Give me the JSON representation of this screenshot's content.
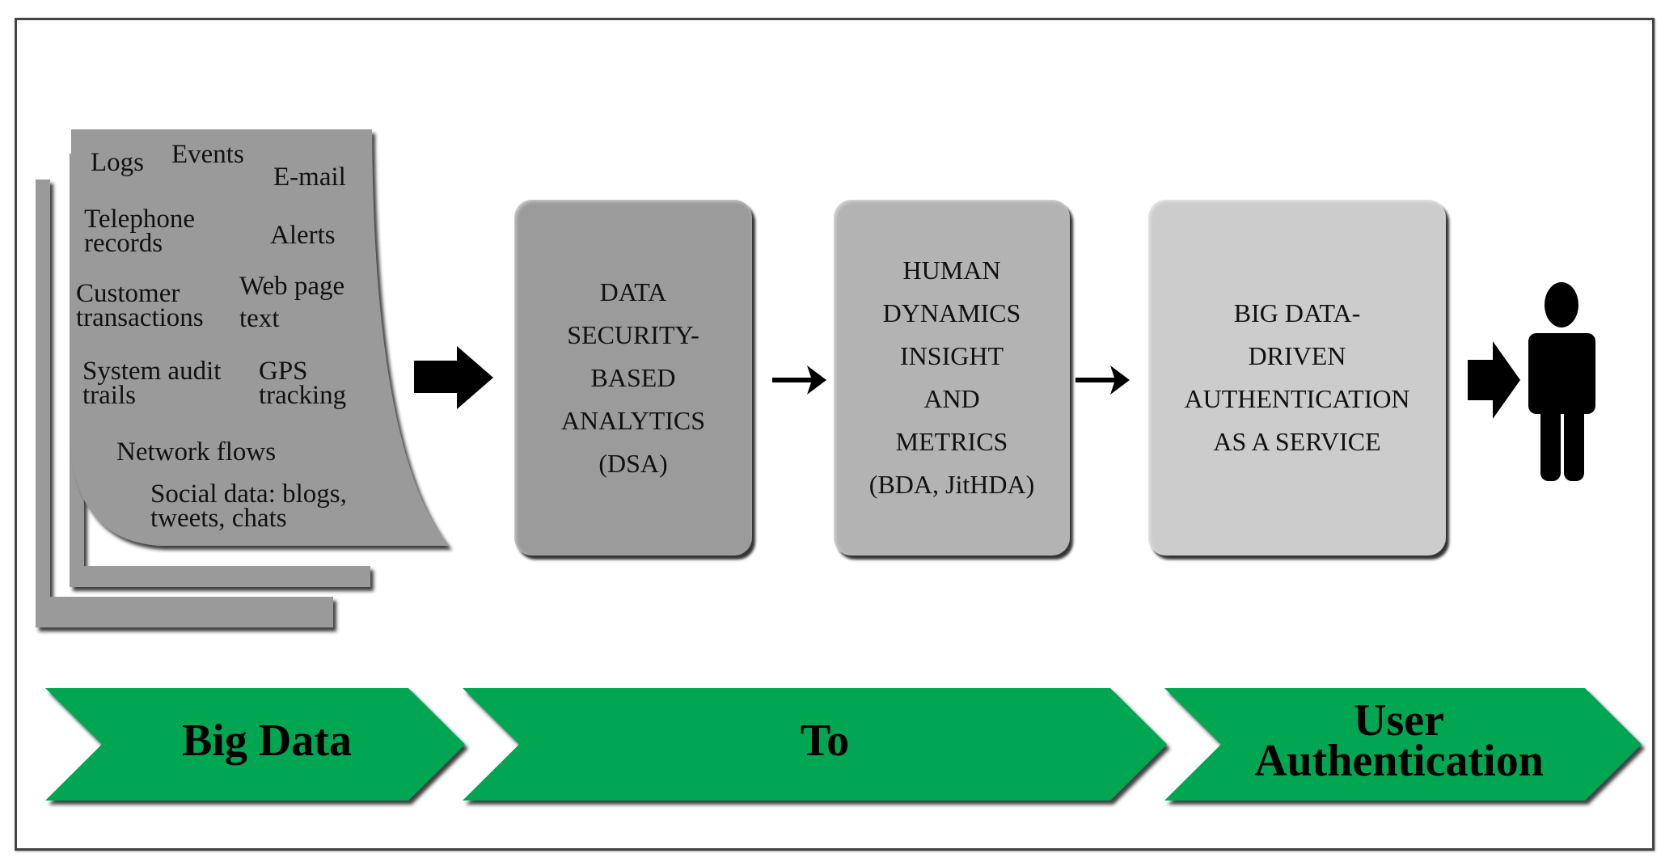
{
  "sources": {
    "logs": "Logs",
    "events": "Events",
    "email": "E-mail",
    "telephone": "Telephone\nrecords",
    "alerts": "Alerts",
    "customer": "Customer\ntransactions",
    "webpage": "Web page\ntext",
    "audit": "System audit\ntrails",
    "gps": "GPS\ntracking",
    "network": "Network flows",
    "social": "Social data: blogs,\ntweets, chats"
  },
  "boxes": [
    {
      "label": "DATA\nSECURITY-\nBASED\nANALYTICS\n(DSA)",
      "color": "#9b9b9b"
    },
    {
      "label": "HUMAN\nDYNAMICS\nINSIGHT\nAND\nMETRICS\n(BDA, JitHDA)",
      "color": "#b3b3b3"
    },
    {
      "label": "BIG DATA-\nDRIVEN\nAUTHENTICATION\nAS A SERVICE",
      "color": "#cccccc"
    }
  ],
  "chevrons": [
    {
      "label": "Big Data"
    },
    {
      "label": "To"
    },
    {
      "label": "User\nAuthentication"
    }
  ],
  "colors": {
    "chevron_green": "#00a651",
    "paper_gray": "#9a9a9a"
  }
}
